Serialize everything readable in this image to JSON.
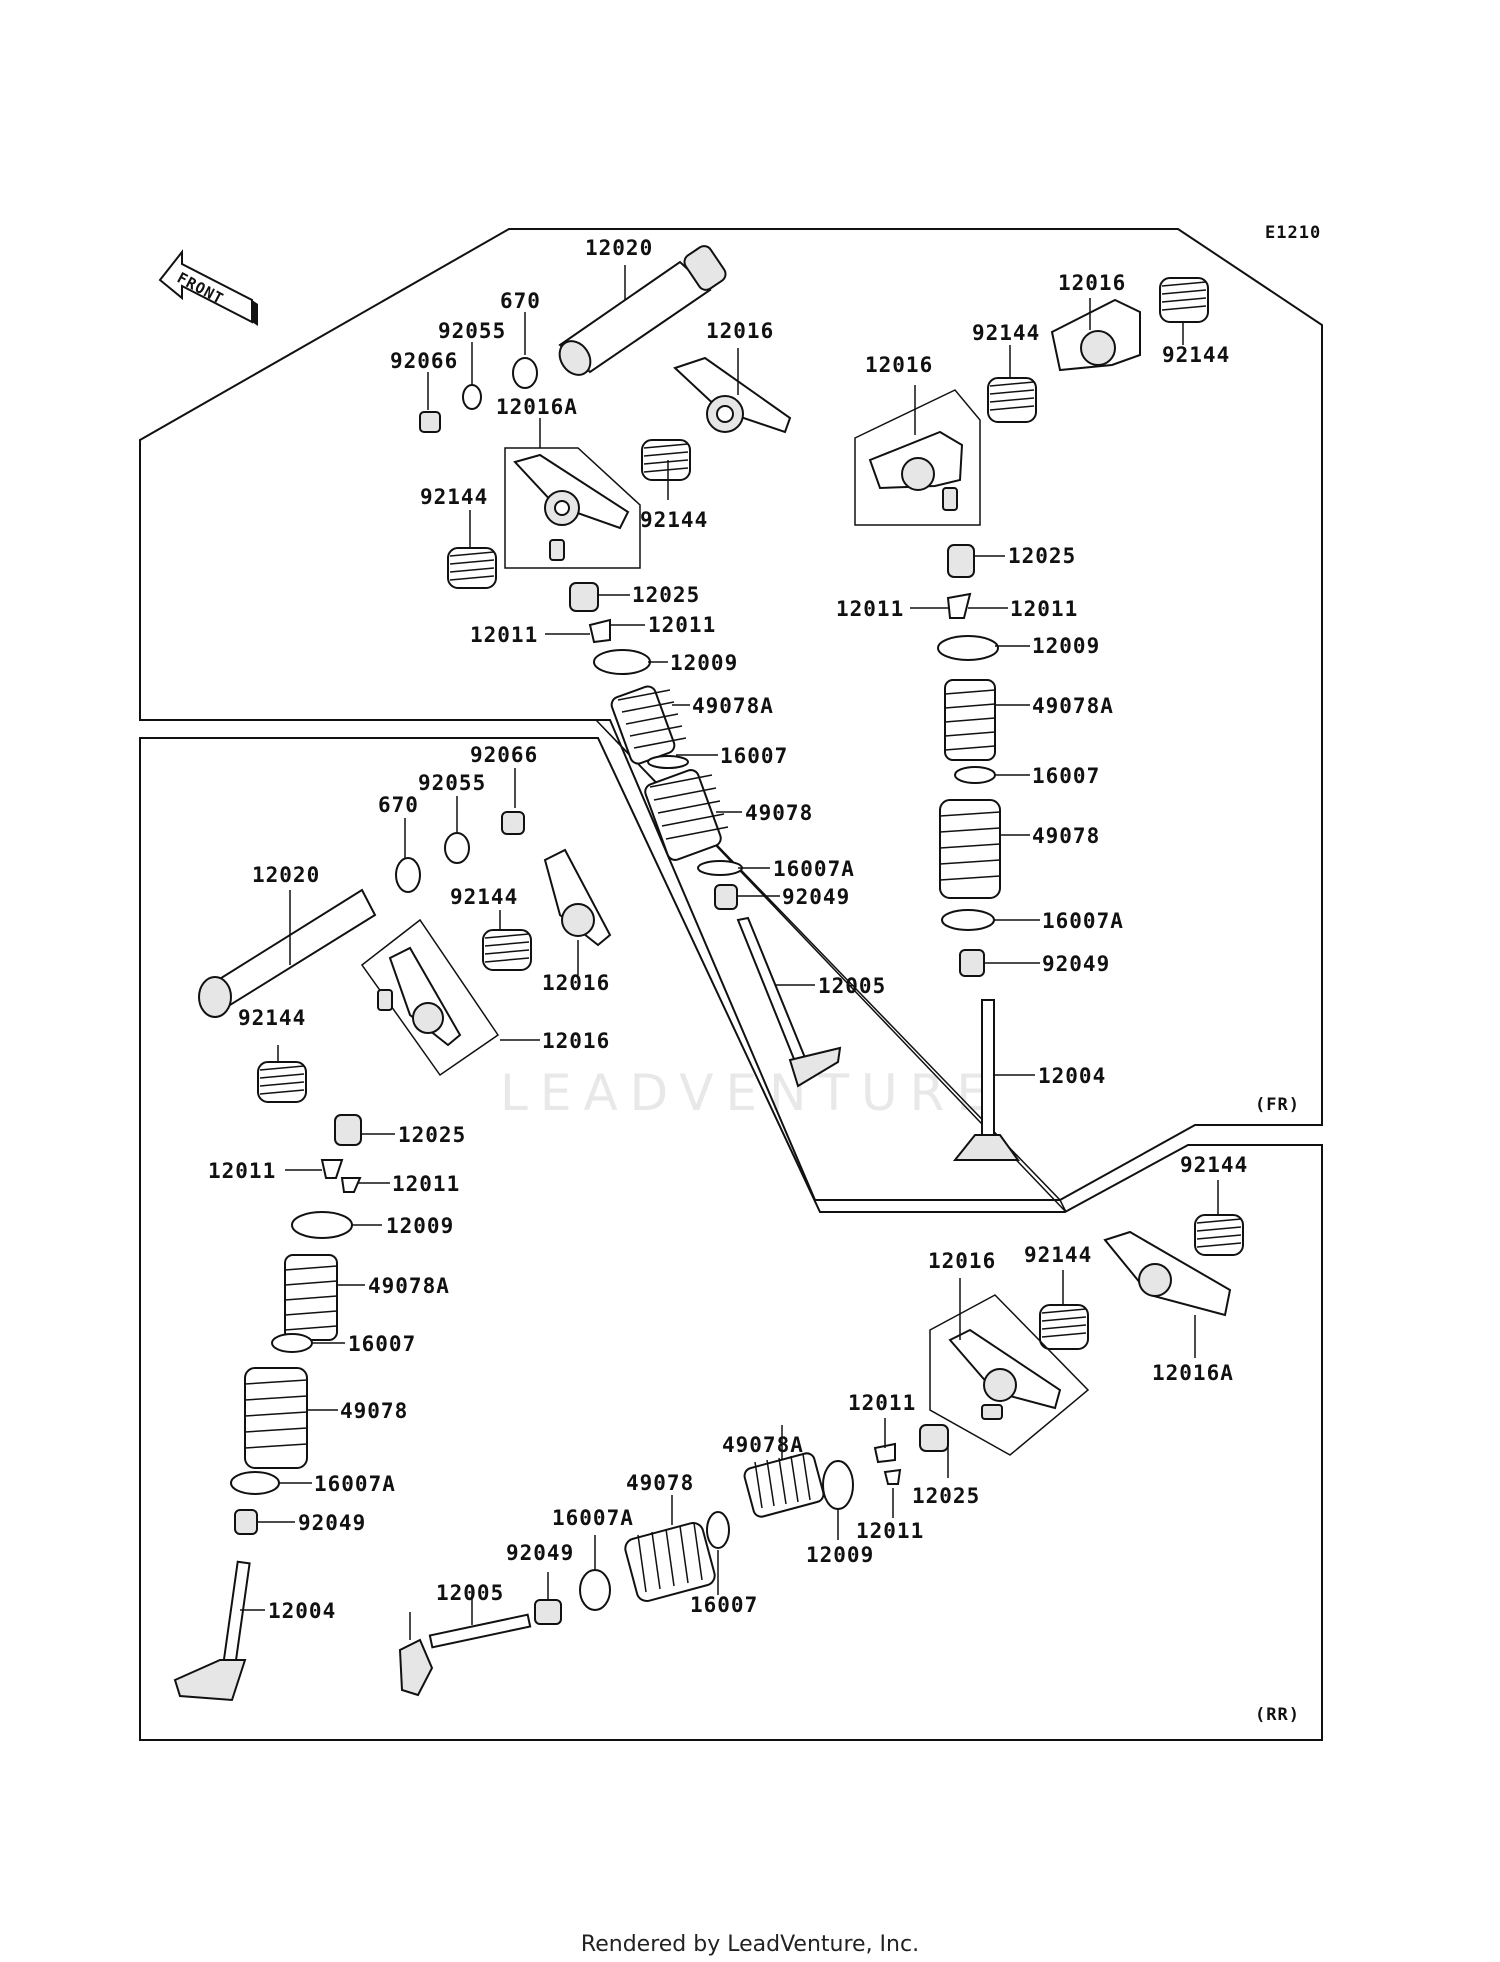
{
  "diagram_code": "E1210",
  "watermark": "LEADVENTURE",
  "front_arrow_label": "FRONT",
  "section_labels": {
    "front": "(FR)",
    "rear": "(RR)"
  },
  "footer": "Rendered by LeadVenture, Inc.",
  "callouts": {
    "p01": "12020",
    "p02": "670",
    "p03": "92055",
    "p04": "92066",
    "p05": "12016A",
    "p06": "12016",
    "p07": "92144",
    "p08": "92144",
    "p09": "12025",
    "p10": "12011",
    "p11": "12011",
    "p12": "12009",
    "p13": "49078A",
    "p14": "16007",
    "p15": "49078",
    "p16": "16007A",
    "p17": "92049",
    "p18": "12005",
    "p19": "12016",
    "p20": "92144",
    "p21": "92144",
    "p22": "12016",
    "p23": "12025",
    "p24": "12011",
    "p25": "12011",
    "p26": "12009",
    "p27": "49078A",
    "p28": "16007",
    "p29": "49078",
    "p30": "16007A",
    "p31": "92049",
    "p32": "12004",
    "p33": "92066",
    "p34": "92055",
    "p35": "670",
    "p36": "12020",
    "p37": "92144",
    "p38": "12016",
    "p39": "92144",
    "p40": "12016",
    "p41": "12025",
    "p42": "12011",
    "p43": "12011",
    "p44": "12009",
    "p45": "49078A",
    "p46": "16007",
    "p47": "49078",
    "p48": "16007A",
    "p49": "92049",
    "p50": "12004",
    "p51": "92144",
    "p52": "12016",
    "p53": "92144",
    "p54": "12016A",
    "p55": "12011",
    "p56": "12011",
    "p57": "12025",
    "p58": "49078A",
    "p59": "12009",
    "p60": "49078",
    "p61": "16007A",
    "p62": "92049",
    "p63": "16007",
    "p64": "12005"
  }
}
